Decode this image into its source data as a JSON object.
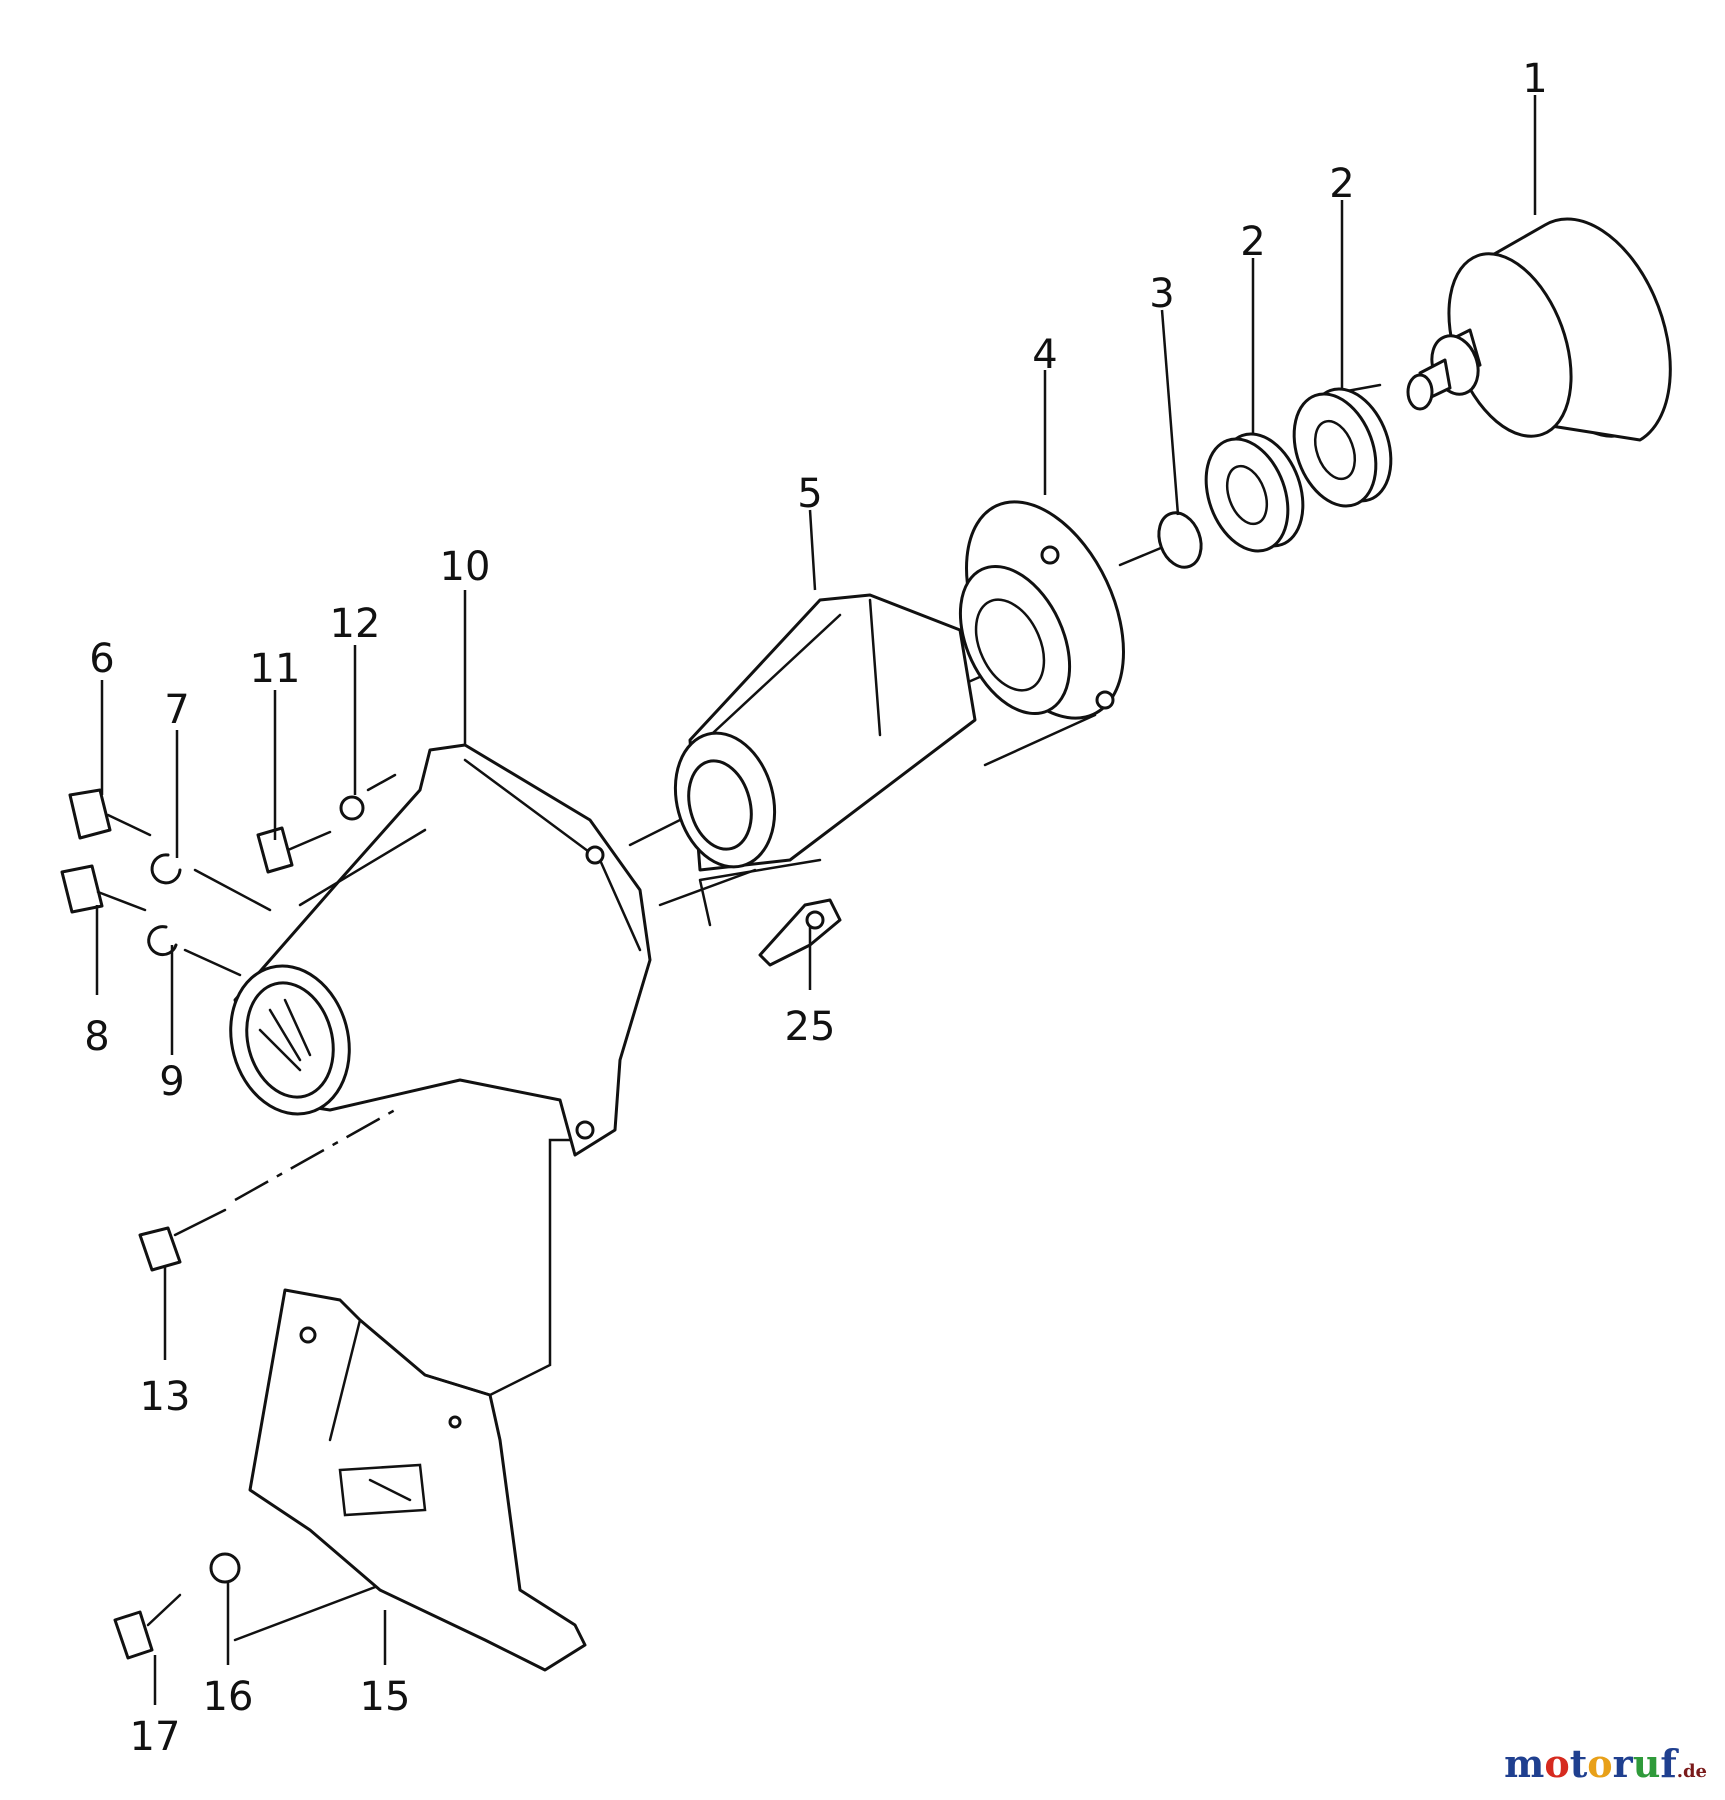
{
  "labels": {
    "p1": "1",
    "p2a": "2",
    "p2b": "2",
    "p3": "3",
    "p4": "4",
    "p5": "5",
    "p6": "6",
    "p7": "7",
    "p8": "8",
    "p9": "9",
    "p10": "10",
    "p11": "11",
    "p12": "12",
    "p13": "13",
    "p15": "15",
    "p16": "16",
    "p17": "17",
    "p25": "25"
  },
  "watermark": {
    "m1": "m",
    "o1": "o",
    "t": "t",
    "o2": "o",
    "r": "r",
    "u": "u",
    "f": "f",
    "suffix": ".de"
  },
  "colors": {
    "m1": "#1f3f8f",
    "o1": "#d62a1f",
    "t": "#1f3f8f",
    "o2": "#e8a019",
    "r": "#1f3f8f",
    "u": "#2f9a3a",
    "f": "#1f3f8f",
    "line": "#111111"
  }
}
